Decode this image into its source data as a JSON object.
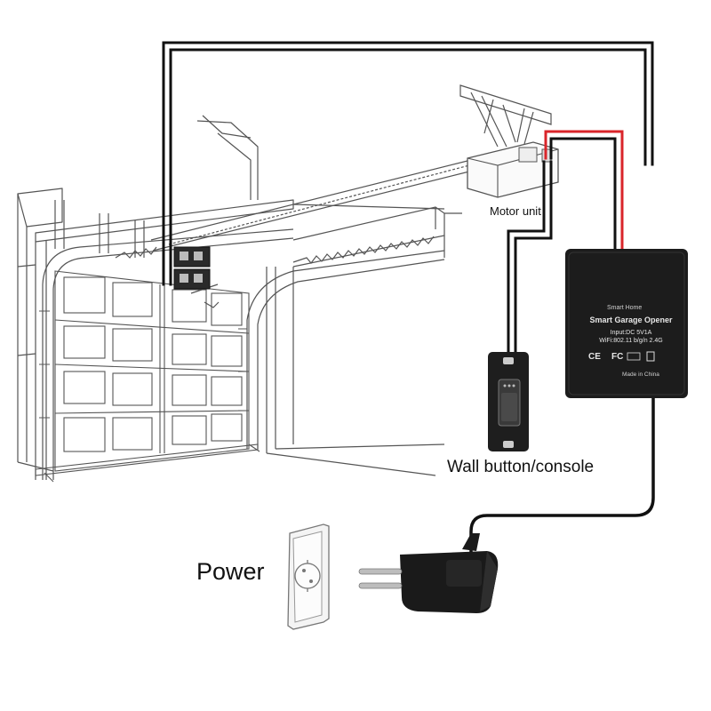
{
  "labels": {
    "motor_unit": "Motor unit",
    "wall_button": "Wall button/console",
    "power": "Power"
  },
  "device": {
    "brand": "Smart Home",
    "title": "Smart Garage Opener",
    "input": "Input:DC 5V1A",
    "wifi": "WiFi:802.11 b/g/n 2.4G",
    "ce_mark": "CE",
    "fcc_mark": "FC",
    "made_in": "Made in China"
  },
  "colors": {
    "wire": "#111111",
    "positive_wire": "#d9252a",
    "device_body": "#1c1c1c",
    "line_art": "#555555"
  }
}
